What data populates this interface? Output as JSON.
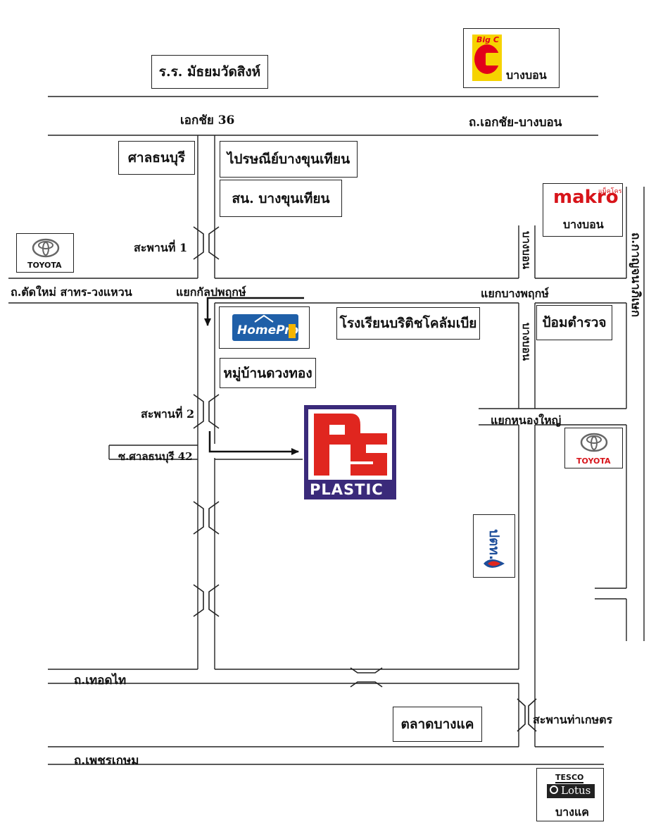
{
  "places": {
    "school_top": "ร.ร. มัธยมวัดสิงห์",
    "court": "ศาลธนบุรี",
    "post_office": "ไปรษณีย์บางขุนเทียน",
    "police_station_top": "สน. บางขุนเทียน",
    "british_school": "โรงเรียนบริติชโคลัมเบีย",
    "village": "หมู่บ้านดวงทอง",
    "police_box": "ป้อมตำรวจ",
    "market": "ตลาดบางแค"
  },
  "roads": {
    "ekachai36": "เอกชัย 36",
    "ekachai_bangbon": "ถ.เอกชัย-บางบอน",
    "new_cut": "ถ.ตัดใหม่ สาทร-วงแหวน",
    "thoet_thai": "ถ.เทอดไท",
    "phetkasem": "ถ.เพชรเกษม",
    "soi_sanlathon": "ซ.ศาลธนบุรี 42",
    "kanchanaphisek": "ถ.กาญจนาภิเษก",
    "bangbon_vertical_1": "บางบอน",
    "bangbon_vertical_2": "บางบอน"
  },
  "junctions": {
    "kanlapaphruek": "แยกกัลปพฤกษ์",
    "bangphruek": "แยกบางพฤกษ์",
    "nongyai": "แยกหนองใหญ่"
  },
  "bridges": {
    "bridge1": "สะพานที่ 1",
    "bridge2": "สะพานที่ 2",
    "tha_kaset": "สะพานท่าเกษตร"
  },
  "brands": {
    "bigc_logo": "Big C",
    "bigc_branch": "บางบอน",
    "makro_logo": "makro",
    "makro_small": "แม็คโคร",
    "makro_branch": "บางบอน",
    "toyota_left": "TOYOTA",
    "toyota_right": "TOYOTA",
    "homepro": "HomePro",
    "ps_text": "PLASTIC",
    "ptt": "ปตท.",
    "tesco": "TESCO",
    "lotus": "Lotus",
    "tesco_branch": "บางแค"
  },
  "colors": {
    "road_line": "#222222",
    "arrow": "#111111",
    "bigc_yellow": "#f6d300",
    "bigc_red": "#e2001a",
    "makro_red": "#d7141a",
    "homepro_blue": "#1f5fa8",
    "ps_purple": "#3a2a7a",
    "ps_red": "#e0261f",
    "ptt_blue": "#1d4e9a"
  }
}
